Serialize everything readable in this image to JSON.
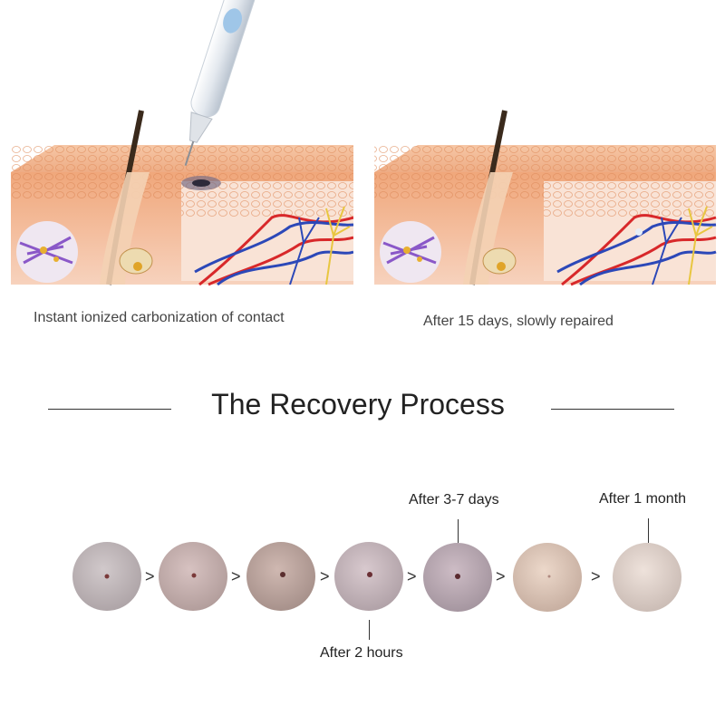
{
  "captions": {
    "left": "Instant ionized carbonization of contact",
    "right": "After 15 days, slowly repaired"
  },
  "title": "The Recovery Process",
  "steps": {
    "after_2_hours": "After 2 hours",
    "after_3_7_days": "After 3-7 days",
    "after_1_month": "After 1 month"
  },
  "arrow_glyph": ">",
  "colors": {
    "skin_top": "#f3b893",
    "skin_side": "#eea47a",
    "vein_red": "#d8282a",
    "vein_blue": "#2c48b8",
    "nerve_yellow": "#e8c640",
    "hair": "#3a2a1c",
    "pen_body": "#e9edf2",
    "pen_button": "#9fc6e8"
  },
  "skin_samples": [
    "#bfb5b7",
    "#c7b1b0",
    "#bea6a0",
    "#c8b7bd",
    "#bcabb5",
    "#dcc5b7",
    "#e0d2cb"
  ]
}
